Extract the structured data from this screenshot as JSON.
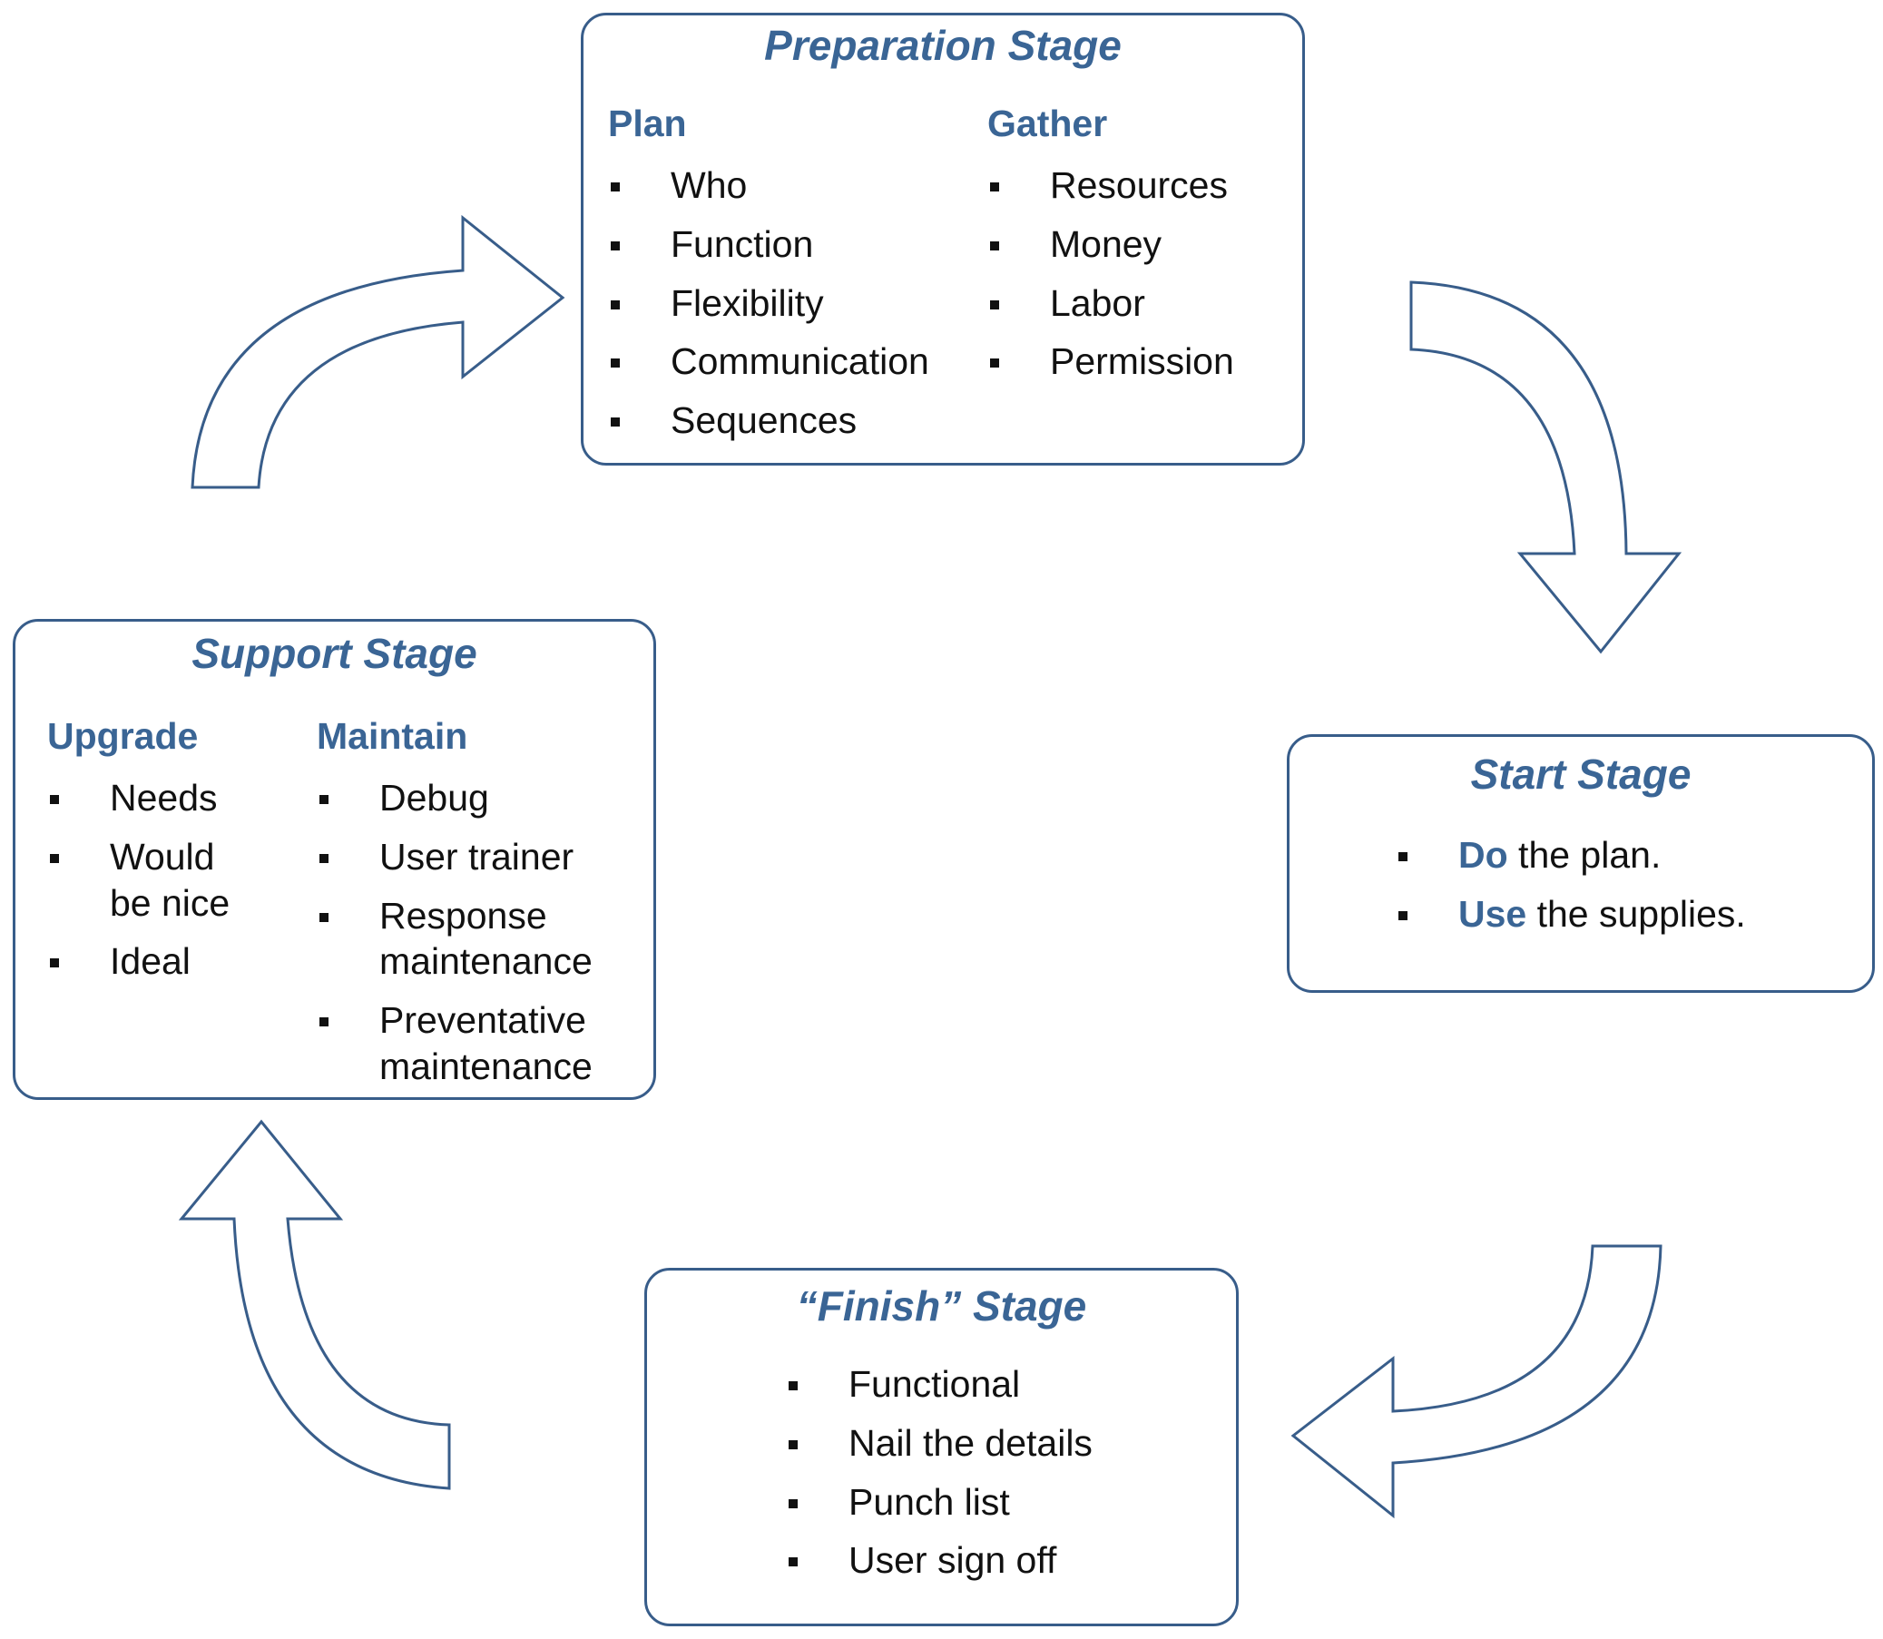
{
  "colors": {
    "accent": "#3a6595",
    "border": "#385d8a",
    "text": "#111111"
  },
  "preparation": {
    "title": "Preparation Stage",
    "plan": {
      "heading": "Plan",
      "items": [
        "Who",
        "Function",
        "Flexibility",
        "Communication",
        "Sequences"
      ]
    },
    "gather": {
      "heading": "Gather",
      "items": [
        "Resources",
        "Money",
        "Labor",
        "Permission"
      ]
    }
  },
  "start": {
    "title": "Start Stage",
    "items": [
      {
        "keyword": "Do",
        "rest": " the plan."
      },
      {
        "keyword": "Use",
        "rest": " the supplies."
      }
    ]
  },
  "finish": {
    "title": "“Finish” Stage",
    "items": [
      "Functional",
      "Nail the details",
      "Punch list",
      "User sign off"
    ]
  },
  "support": {
    "title": "Support Stage",
    "upgrade": {
      "heading": "Upgrade",
      "items": [
        "Needs",
        "Would be nice",
        "Ideal"
      ]
    },
    "maintain": {
      "heading": "Maintain",
      "items": [
        "Debug",
        "User trainer",
        "Response maintenance",
        "Preventative maintenance"
      ]
    }
  }
}
